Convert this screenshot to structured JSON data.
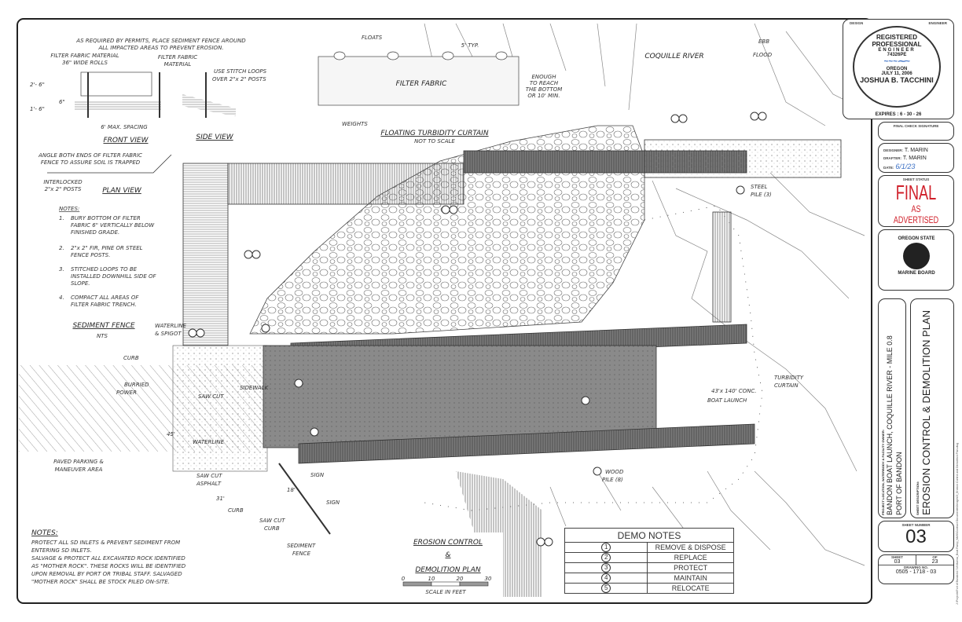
{
  "general": {
    "note_top": [
      "AS REQUIRED BY PERMITS, PLACE SEDIMENT FENCE AROUND",
      "ALL IMPACTED AREAS TO PREVENT EROSION."
    ],
    "notes_title": "NOTES:",
    "notes_lines": [
      "PROTECT ALL SD INLETS & PREVENT SEDIMENT FROM",
      "ENTERING SD INLETS.",
      "SALVAGE & PROTECT ALL EXCAVATED ROCK IDENTIFIED",
      "AS \"MOTHER ROCK\". THESE ROCKS WILL BE IDENTIFIED",
      "UPON REMOVAL BY PORT OR TRIBAL STAFF. SALVAGED",
      "\"MOTHER ROCK\" SHALL BE STOCK PILED ON-SITE."
    ]
  },
  "sediment_fence": {
    "filter_fabric_label": [
      "FILTER FABRIC MATERIAL",
      "36\" WIDE ROLLS"
    ],
    "filter_fabric_side": [
      "FILTER FABRIC",
      "MATERIAL"
    ],
    "stitch_loops": [
      "USE STITCH LOOPS",
      "OVER 2\"x 2\" POSTS"
    ],
    "dim_top": "2'- 6\"",
    "dim_mid": "6\"",
    "dim_bottom": "1'- 6\"",
    "spacing": "6' MAX. SPACING",
    "front_view": "FRONT VIEW",
    "side_view": "SIDE VIEW",
    "angle_note": [
      "ANGLE BOTH ENDS OF FILTER FABRIC",
      "FENCE TO ASSURE SOIL IS TRAPPED"
    ],
    "posts_label": [
      "INTERLOCKED",
      "2\"x 2\" POSTS"
    ],
    "plan_view": "PLAN VIEW",
    "notes_title": "NOTES:",
    "notes": [
      [
        "1.",
        "BURY BOTTOM OF FILTER",
        "FABRIC 6\" VERTICALLY BELOW",
        "FINISHED GRADE."
      ],
      [
        "2.",
        "2\"x 2\" FIR, PINE OR STEEL",
        "FENCE POSTS."
      ],
      [
        "3.",
        "STITCHED LOOPS TO BE",
        "INSTALLED DOWNHILL SIDE OF",
        "SLOPE."
      ],
      [
        "4.",
        "COMPACT ALL AREAS OF",
        "FILTER FABRIC TRENCH."
      ]
    ],
    "title": "SEDIMENT FENCE",
    "scale": "NTS"
  },
  "turbidity_curtain": {
    "floats": "FLOATS",
    "spacing": "5' TYP.",
    "fabric": "FILTER FABRIC",
    "depth": [
      "ENOUGH",
      "TO REACH",
      "THE BOTTOM",
      "OR 10' MIN."
    ],
    "weights": "WEIGHTS",
    "title": "FLOATING TURBIDITY CURTAIN",
    "scale": "NOT TO SCALE"
  },
  "plan": {
    "river": "COQUILLE RIVER",
    "ebb": "EBB",
    "flood": "FLOOD",
    "steel_pile": [
      "STEEL",
      "PILE (3)"
    ],
    "turbidity": [
      "TURBIDITY",
      "CURTAIN"
    ],
    "boat_launch": [
      "43'x 140' CONC.",
      "BOAT LAUNCH"
    ],
    "wood_pile": [
      "WOOD",
      "PILE (8)"
    ],
    "waterline_spigot": [
      "WATERLINE",
      "& SPIGOT"
    ],
    "curb": "CURB",
    "burried_power": [
      "BURRIED",
      "POWER"
    ],
    "saw_cut": "SAW CUT",
    "sidewalk": "SIDEWALK",
    "waterline": "WATERLINE",
    "paved_parking": [
      "PAVED PARKING &",
      "MANEUVER AREA"
    ],
    "saw_cut_asphalt": [
      "SAW CUT",
      "ASPHALT"
    ],
    "sign": "SIGN",
    "saw_cut_curb": [
      "SAW CUT",
      "CURB"
    ],
    "sediment_fence": [
      "SEDIMENT",
      "FENCE"
    ],
    "dim_45": "45'",
    "dim_31": "31'",
    "dim_18": "18'",
    "title": [
      "EROSION CONTROL",
      "&",
      "DEMOLITION PLAN"
    ],
    "scale_ticks": [
      "0",
      "10",
      "20",
      "30"
    ],
    "scale_label": "SCALE IN FEET"
  },
  "demo_notes": {
    "title": "DEMO NOTES",
    "rows": [
      {
        "num": "1",
        "action": "REMOVE & DISPOSE"
      },
      {
        "num": "2",
        "action": "REPLACE"
      },
      {
        "num": "3",
        "action": "PROTECT"
      },
      {
        "num": "4",
        "action": "MAINTAIN"
      },
      {
        "num": "5",
        "action": "RELOCATE"
      }
    ]
  },
  "title_block": {
    "design_label": "DESIGN",
    "engineer_label": "ENGINEER",
    "stamp": {
      "top": "REGISTERED PROFESSIONAL",
      "engineer": "ENGINEER",
      "number": "74326PE",
      "state": "OREGON",
      "date": "JULY 11, 2006",
      "name": "JOSHUA B. TACCHINI"
    },
    "expires": "EXPIRES : 6 - 30 - 26",
    "final_check": "FINAL CHECK SIGNATURE",
    "designer_label": "DESIGNER:",
    "designer": "T. MARIN",
    "drafter_label": "DRAFTER:",
    "drafter": "T. MARIN",
    "date_label": "DATE:",
    "date": "6/1/23",
    "sheet_status_label": "SHEET STATUS",
    "status": "FINAL",
    "status_sub": "AS ADVERTISED",
    "logo_text": [
      "OREGON STATE",
      "MARINE BOARD"
    ],
    "project_label": "PROJECT LOCATION, WATERBODY & FACILITY OWNER:",
    "project": [
      "BANDON BOAT LAUNCH, COQUILLE RIVER - MILE 0.8",
      "PORT OF BANDON"
    ],
    "desc_label": "SHEET DESCRIPTION:",
    "description": "EROSION CONTROL & DEMOLITION PLAN",
    "sheet_number_label": "SHEET NUMBER",
    "sheet_number": "03",
    "sheet_label": "SHEET",
    "sheet": "03",
    "of_label": "OF",
    "of": "23",
    "drawing_no_label": "DRAWING NO.",
    "drawing_no": "0505 - 1718 - 03",
    "file_path": "J:\\Projects\\Port of Bandon\\1718 Marina_Boat Ramp_NMIGContract Documents\\Design\\03_Erosion Control and Demolition Plan.dwg",
    "status_color": "#d0202a",
    "signature_color": "#3a6fc4"
  }
}
